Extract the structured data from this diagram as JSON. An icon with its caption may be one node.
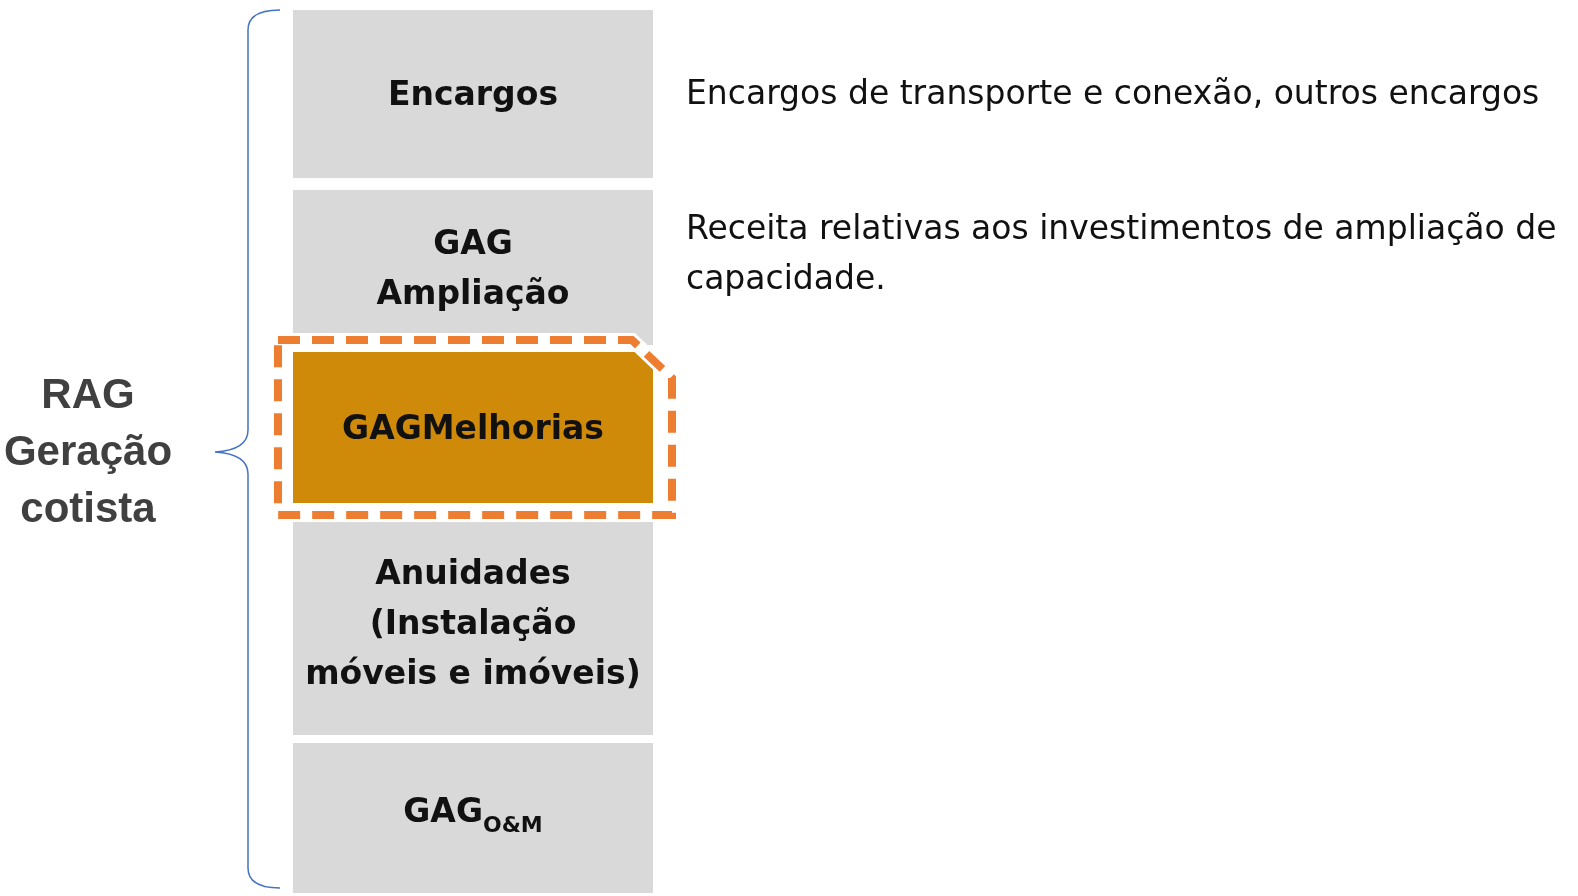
{
  "diagram": {
    "nodes": [
      {
        "text": [
          "RAG Geração cotista"
        ]
      },
      {
        "text": [
          "Encargos"
        ],
        "beside": [
          "Encargos de transporte e conexão, outros encargos"
        ]
      },
      {
        "text": [
          "GAG Ampliação"
        ],
        "beside": [
          "Receita relativas aos investimentos de ampliação de capacidade."
        ]
      },
      {
        "text": [
          "GAGMelhorias"
        ]
      },
      {
        "text": [
          "Anuidades (Instalação móveis e imóveis)"
        ]
      },
      {
        "text": [
          "GAG$_{O&M}$"
        ]
      }
    ]
  }
}
